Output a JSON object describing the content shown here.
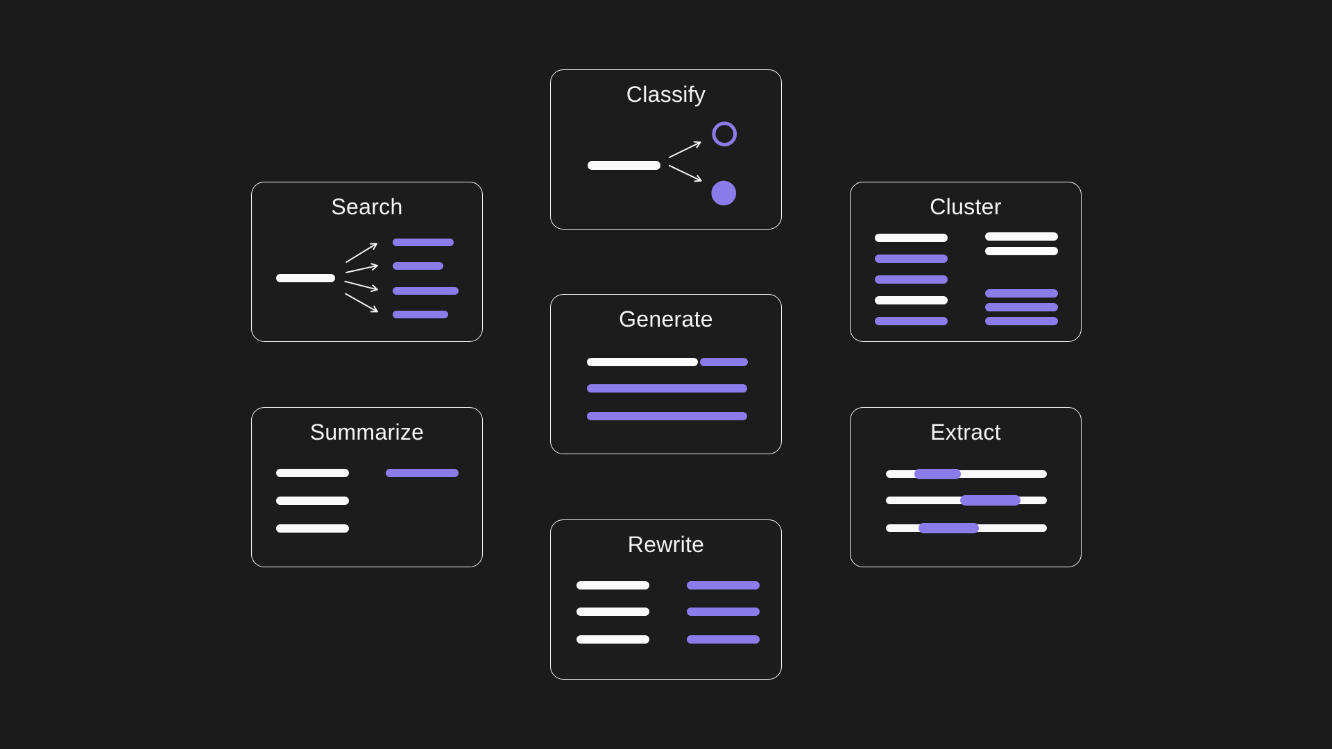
{
  "page": {
    "background_color": "#1b1b1b",
    "card_border_color": "#f2f2f2",
    "accent_purple": "#8c7cea",
    "bar_white": "#fafafa",
    "title_color": "#f5f5f5"
  },
  "cards": [
    {
      "id": "classify",
      "title": "Classify",
      "icon": "branch-arrows-to-classes-icon"
    },
    {
      "id": "search",
      "title": "Search",
      "icon": "fan-arrows-to-results-icon"
    },
    {
      "id": "cluster",
      "title": "Cluster",
      "icon": "grouped-lines-icon"
    },
    {
      "id": "generate",
      "title": "Generate",
      "icon": "continued-lines-icon"
    },
    {
      "id": "summarize",
      "title": "Summarize",
      "icon": "condensed-lines-icon"
    },
    {
      "id": "extract",
      "title": "Extract",
      "icon": "highlighted-spans-icon"
    },
    {
      "id": "rewrite",
      "title": "Rewrite",
      "icon": "paired-lines-icon"
    }
  ]
}
